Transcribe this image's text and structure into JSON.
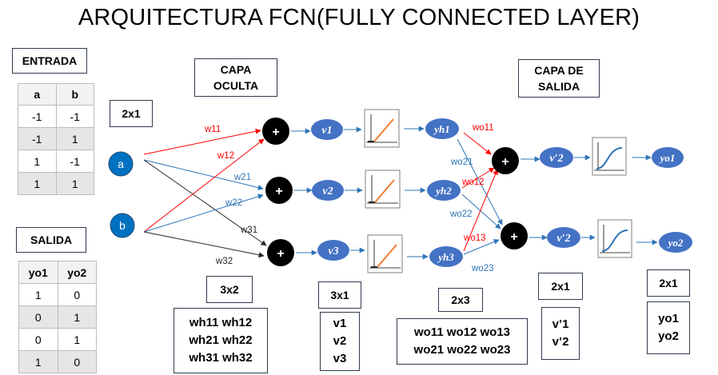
{
  "title": "ARQUITECTURA FCN(FULLY CONNECTED LAYER)",
  "boxes": {
    "entrada": "ENTRADA",
    "salida": "SALIDA",
    "capa_oculta": [
      "CAPA",
      "OCULTA"
    ],
    "capa_salida": [
      "CAPA DE",
      "SALIDA"
    ],
    "dim_input": "2x1",
    "dim_weights_hidden": "3x2",
    "dim_hidden": "3x1",
    "dim_weights_out": "2x3",
    "dim_out_v": "2x1",
    "dim_out_y": "2x1"
  },
  "input_table": {
    "headers": [
      "a",
      "b"
    ],
    "rows": [
      [
        "-1",
        "-1"
      ],
      [
        "-1",
        "1"
      ],
      [
        "1",
        "-1"
      ],
      [
        "1",
        "1"
      ]
    ]
  },
  "output_table": {
    "headers": [
      "yo1",
      "yo2"
    ],
    "rows": [
      [
        "1",
        "0"
      ],
      [
        "0",
        "1"
      ],
      [
        "0",
        "1"
      ],
      [
        "1",
        "0"
      ]
    ]
  },
  "matrices": {
    "wh": [
      "wh11 wh12",
      "wh21 wh22",
      "wh31 wh32"
    ],
    "v": [
      "v1",
      "v2",
      "v3"
    ],
    "wo": [
      "wo11 wo12 wo13",
      "wo21 wo22 wo23"
    ],
    "vp": [
      "v’1",
      "v’2"
    ],
    "yo": [
      "yo1",
      "yo2"
    ]
  },
  "nodes": {
    "inputs": [
      "a",
      "b"
    ],
    "sum": "+",
    "hidden_v": [
      "v1",
      "v2",
      "v3"
    ],
    "hidden_yh": [
      "yh1",
      "yh2",
      "yh3"
    ],
    "out_v": [
      "v′2",
      "v′2"
    ],
    "out_y": [
      "yo1",
      "yo2"
    ]
  },
  "weights": {
    "hidden": [
      "w11",
      "w12",
      "w21",
      "w22",
      "w31",
      "w32"
    ],
    "out": [
      "wo11",
      "wo21",
      "wo12",
      "wo22",
      "wo13",
      "wo23"
    ]
  },
  "colors": {
    "node_blue": "#4472c4",
    "input_blue": "#0070c0",
    "red": "#ff0000",
    "blue_line": "#2e75b6",
    "relu_orange": "#ed7d31",
    "sigmoid_blue": "#2e75b6",
    "dark": "#404040"
  }
}
